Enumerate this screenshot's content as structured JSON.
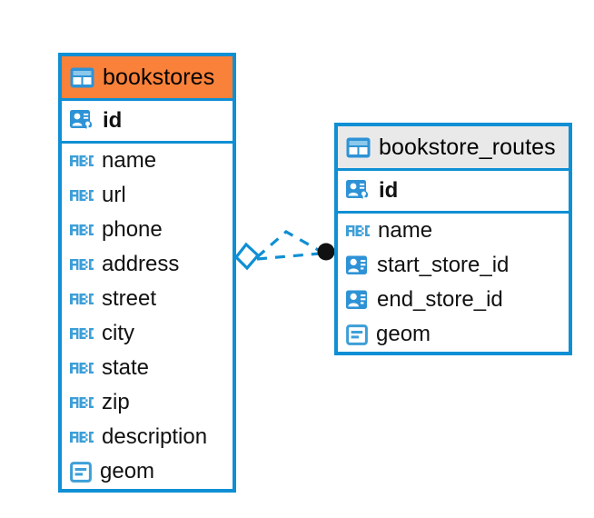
{
  "diagram": {
    "type": "er-diagram",
    "background": "#ffffff",
    "accent_blue": "#0f8fd4",
    "accent_orange": "#f9813a",
    "header_grey": "#e9e9e9",
    "relationship": {
      "name": "bookstores-to-bookstore-routes",
      "line_style": "dashed",
      "line_color": "#0f8fd4",
      "source_marker": "diamond-open",
      "target_marker": "circle-filled",
      "target_marker_color": "#111111"
    }
  },
  "tables": [
    {
      "name": "bookstores",
      "header_icon": "table-icon",
      "header_accent": "orange",
      "fields": [
        {
          "name": "id",
          "icon": "primary-key-icon",
          "primary": true
        },
        {
          "name": "name",
          "icon": "text-abc-icon",
          "primary": false
        },
        {
          "name": "url",
          "icon": "text-abc-icon",
          "primary": false
        },
        {
          "name": "phone",
          "icon": "text-abc-icon",
          "primary": false
        },
        {
          "name": "address",
          "icon": "text-abc-icon",
          "primary": false
        },
        {
          "name": "street",
          "icon": "text-abc-icon",
          "primary": false
        },
        {
          "name": "city",
          "icon": "text-abc-icon",
          "primary": false
        },
        {
          "name": "state",
          "icon": "text-abc-icon",
          "primary": false
        },
        {
          "name": "zip",
          "icon": "text-abc-icon",
          "primary": false
        },
        {
          "name": "description",
          "icon": "text-abc-icon",
          "primary": false
        },
        {
          "name": "geom",
          "icon": "geometry-icon",
          "primary": false
        }
      ]
    },
    {
      "name": "bookstore_routes",
      "header_icon": "table-icon",
      "header_accent": "grey",
      "fields": [
        {
          "name": "id",
          "icon": "primary-key-icon",
          "primary": true
        },
        {
          "name": "name",
          "icon": "text-abc-icon",
          "primary": false
        },
        {
          "name": "start_store_id",
          "icon": "foreign-key-icon",
          "primary": false
        },
        {
          "name": "end_store_id",
          "icon": "foreign-key-icon",
          "primary": false
        },
        {
          "name": "geom",
          "icon": "geometry-icon",
          "primary": false
        }
      ]
    }
  ]
}
